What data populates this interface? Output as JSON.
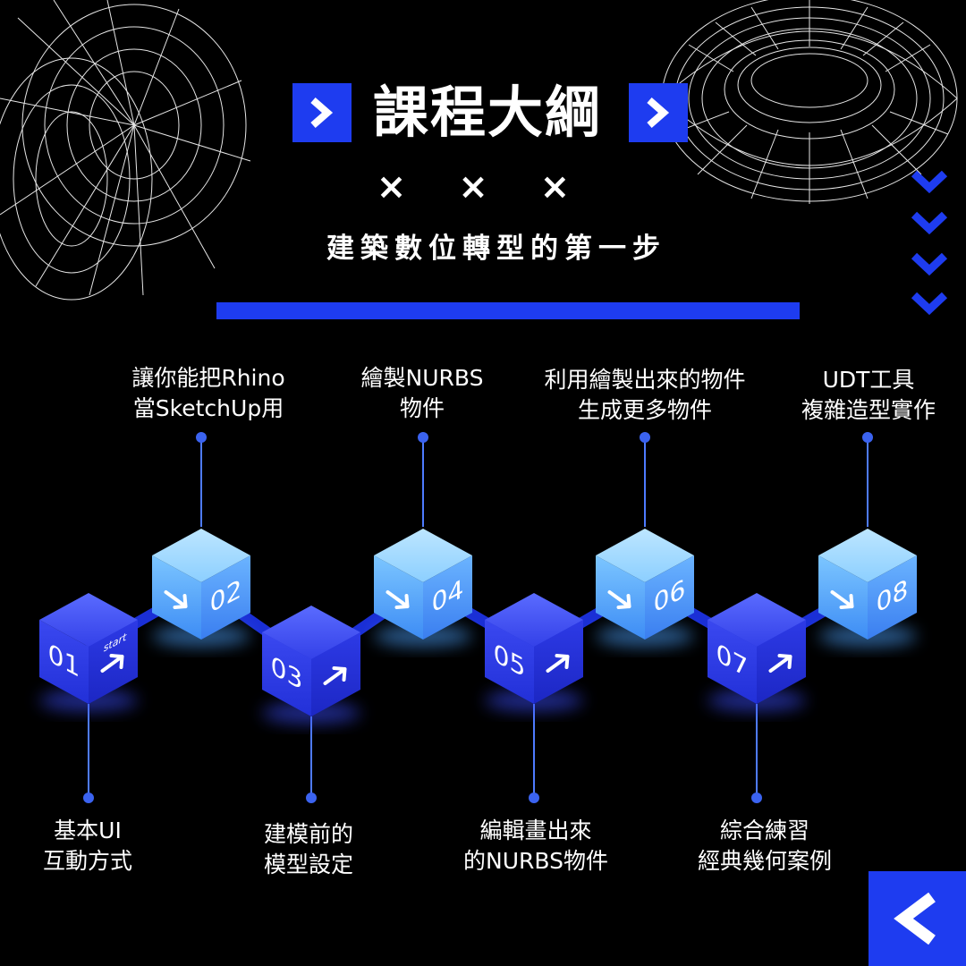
{
  "header": {
    "title": "課程大綱",
    "multiplier": "× × ×",
    "subtitle": "建築數位轉型的第一步"
  },
  "steps": [
    {
      "number": "01",
      "tag": "start",
      "label_line1": "基本UI",
      "label_line2": "互動方式"
    },
    {
      "number": "02",
      "label_line1": "讓你能把Rhino",
      "label_line2": "當SketchUp用"
    },
    {
      "number": "03",
      "label_line1": "建模前的",
      "label_line2": "模型設定"
    },
    {
      "number": "04",
      "label_line1": "繪製NURBS",
      "label_line2": "物件"
    },
    {
      "number": "05",
      "label_line1": "編輯畫出來",
      "label_line2": "的NURBS物件"
    },
    {
      "number": "06",
      "label_line1": "利用繪製出來的物件",
      "label_line2": "生成更多物件"
    },
    {
      "number": "07",
      "label_line1": "綜合練習",
      "label_line2": "經典幾何案例"
    },
    {
      "number": "08",
      "label_line1": "UDT工具",
      "label_line2": "複雜造型實作"
    }
  ],
  "colors": {
    "accent_blue": "#1e3cf0",
    "cube_dark_top": "#4a5cff",
    "cube_light_top": "#a9d8ff",
    "connector": "#1b2fd6",
    "pin": "#3b63f0"
  },
  "icons": {
    "title_left": "chevron-right-icon",
    "title_right": "chevron-right-icon",
    "side": "chevron-down-icon",
    "corner": "chevron-left-icon"
  }
}
